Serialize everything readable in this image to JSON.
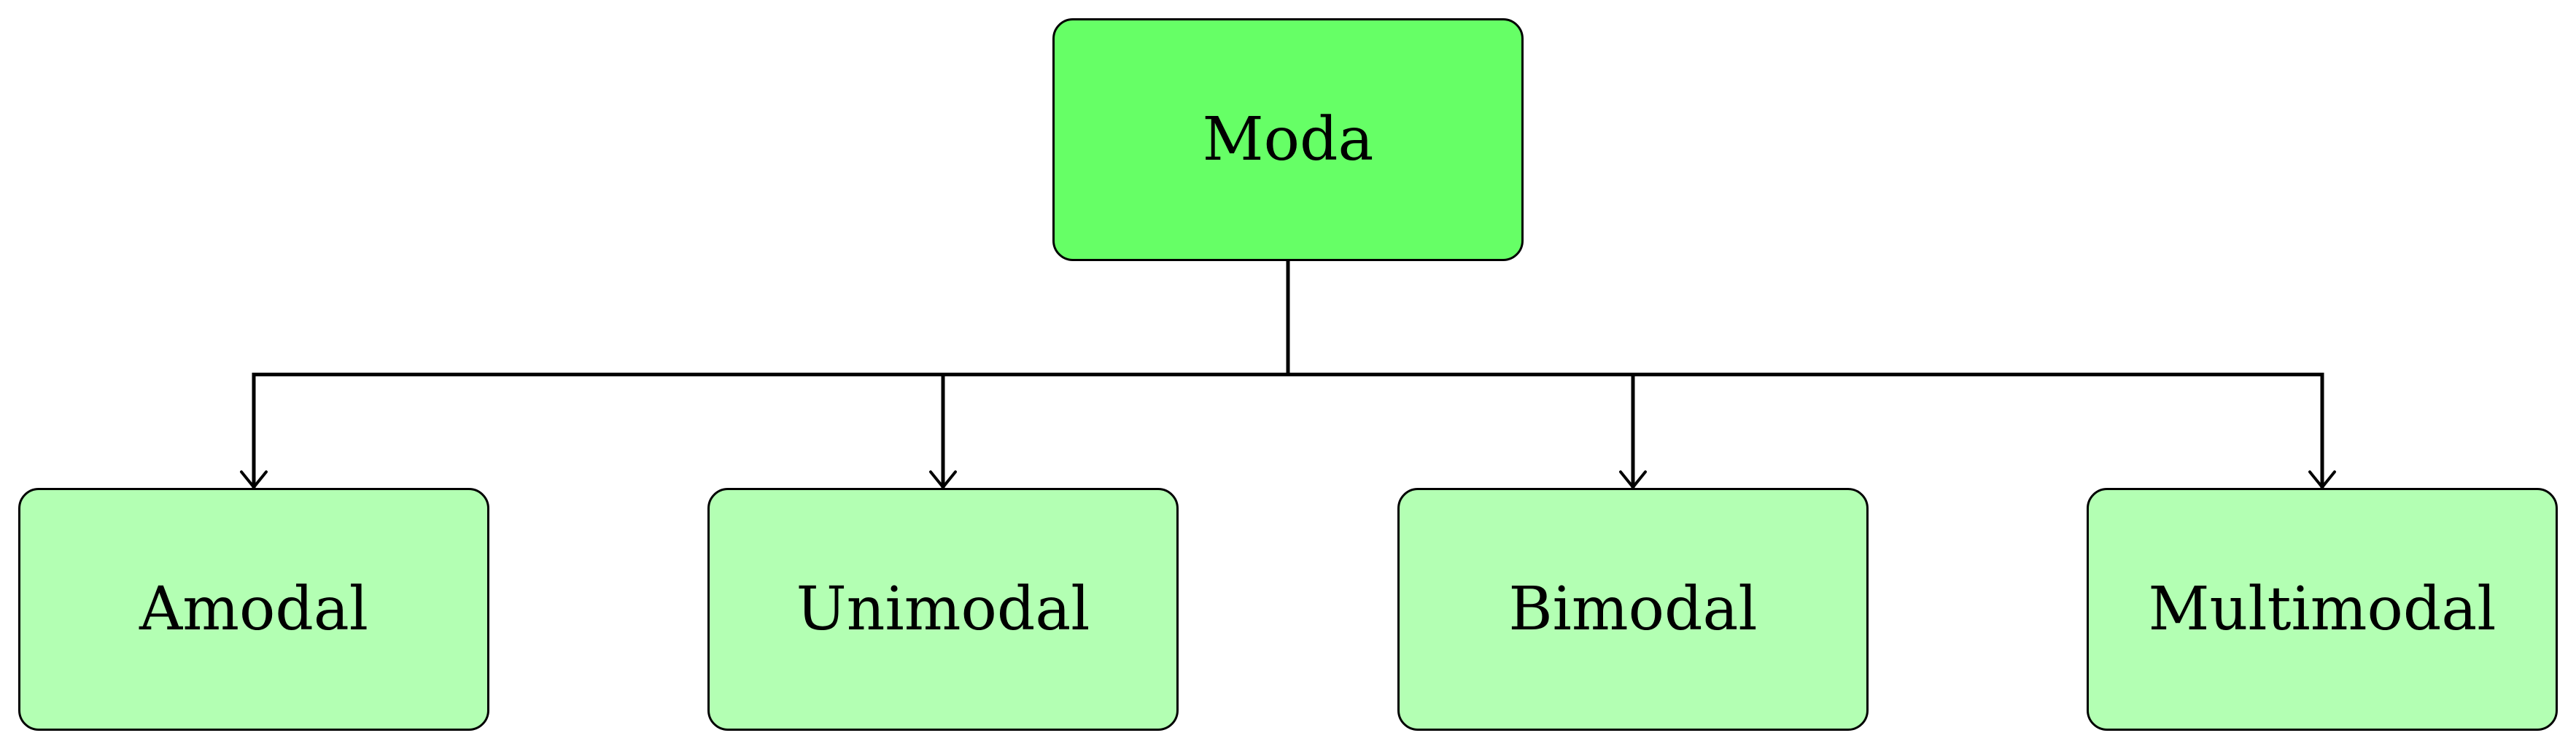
{
  "diagram": {
    "root": {
      "label": "Moda",
      "fill": "#66ff66"
    },
    "children": [
      {
        "label": "Amodal"
      },
      {
        "label": "Unimodal"
      },
      {
        "label": "Bimodal"
      },
      {
        "label": "Multimodal"
      }
    ],
    "child_fill": "#b3ffb3",
    "edge_color": "#000000"
  }
}
